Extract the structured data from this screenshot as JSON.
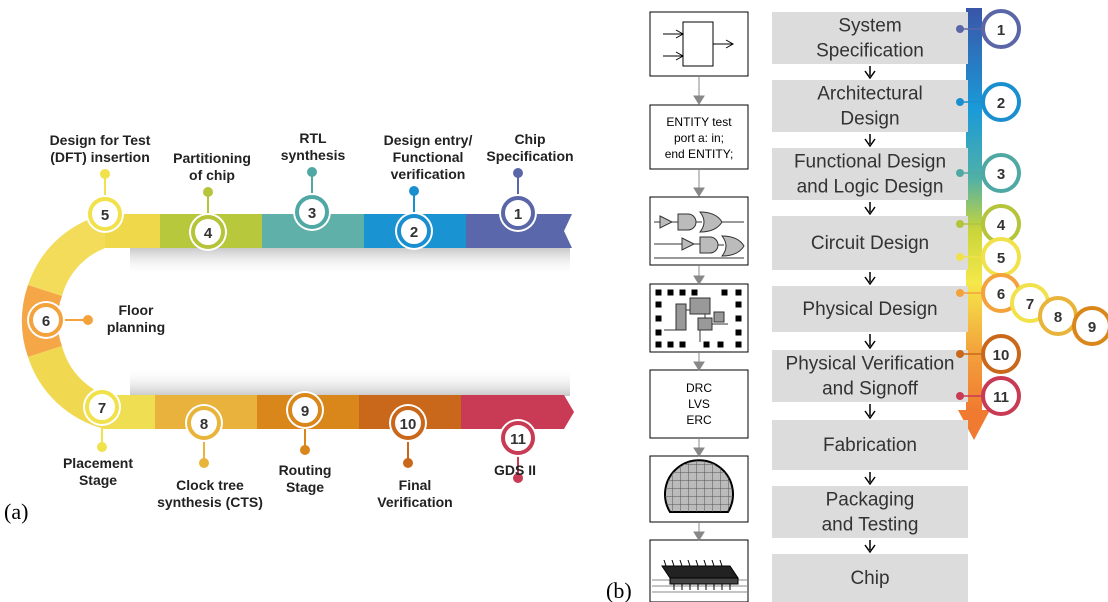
{
  "panel_a": {
    "panel_label": "(a)",
    "stages": [
      {
        "number": "1",
        "title_lines": [
          "Chip",
          "Specification"
        ],
        "color": "#5b66a8"
      },
      {
        "number": "2",
        "title_lines": [
          "Design entry/",
          "Functional",
          "verification"
        ],
        "color": "#1a8fd0"
      },
      {
        "number": "3",
        "title_lines": [
          "RTL",
          "synthesis"
        ],
        "color": "#4fa8a3"
      },
      {
        "number": "4",
        "title_lines": [
          "Partitioning",
          "of chip"
        ],
        "color": "#b5c43a"
      },
      {
        "number": "5",
        "title_lines": [
          "Design for Test",
          "(DFT) insertion"
        ],
        "color": "#f1e14a"
      },
      {
        "number": "6",
        "title_lines": [
          "Floor",
          "planning"
        ],
        "color": "#f3a23c"
      },
      {
        "number": "7",
        "title_lines": [
          "Placement",
          "Stage"
        ],
        "color": "#f1e14a"
      },
      {
        "number": "8",
        "title_lines": [
          "Clock tree",
          "synthesis (CTS)"
        ],
        "color": "#e8b43a"
      },
      {
        "number": "9",
        "title_lines": [
          "Routing",
          "Stage"
        ],
        "color": "#d9861a"
      },
      {
        "number": "10",
        "title_lines": [
          "Final",
          "Verification"
        ],
        "color": "#c9681a"
      },
      {
        "number": "11",
        "title_lines": [
          "GDS II"
        ],
        "color": "#c93a55"
      }
    ]
  },
  "panel_b": {
    "panel_label": "(b)",
    "hdl_snippet": [
      "ENTITY test",
      "port a: in;",
      "end ENTITY;"
    ],
    "check_list": [
      "DRC",
      "LVS",
      "ERC"
    ],
    "steps": [
      {
        "label_lines": [
          "System",
          "Specification"
        ]
      },
      {
        "label_lines": [
          "Architectural",
          "Design"
        ]
      },
      {
        "label_lines": [
          "Functional Design",
          "and Logic Design"
        ]
      },
      {
        "label_lines": [
          "Circuit Design"
        ]
      },
      {
        "label_lines": [
          "Physical Design"
        ]
      },
      {
        "label_lines": [
          "Physical Verification",
          "and Signoff"
        ]
      },
      {
        "label_lines": [
          "Fabrication"
        ]
      },
      {
        "label_lines": [
          "Packaging",
          "and Testing"
        ]
      },
      {
        "label_lines": [
          "Chip"
        ]
      }
    ],
    "markers": [
      {
        "number": "1",
        "color": "#5b66a8"
      },
      {
        "number": "2",
        "color": "#1a8fd0"
      },
      {
        "number": "3",
        "color": "#4fa8a3"
      },
      {
        "number": "4",
        "color": "#b5c43a"
      },
      {
        "number": "5",
        "color": "#f1e14a"
      },
      {
        "number": "6",
        "color": "#f3a23c"
      },
      {
        "number": "7",
        "color": "#f1e14a"
      },
      {
        "number": "8",
        "color": "#e8b43a"
      },
      {
        "number": "9",
        "color": "#d9861a"
      },
      {
        "number": "10",
        "color": "#c9681a"
      },
      {
        "number": "11",
        "color": "#c93a55"
      }
    ]
  }
}
